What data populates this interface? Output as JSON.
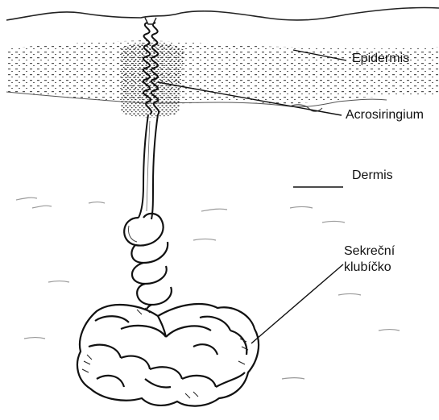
{
  "labels": {
    "epidermis": "Epidermis",
    "acrosyringium": "Acrosiringium",
    "dermis": "Dermis",
    "coil_line1": "Sekreční",
    "coil_line2": "klubíčko"
  }
}
